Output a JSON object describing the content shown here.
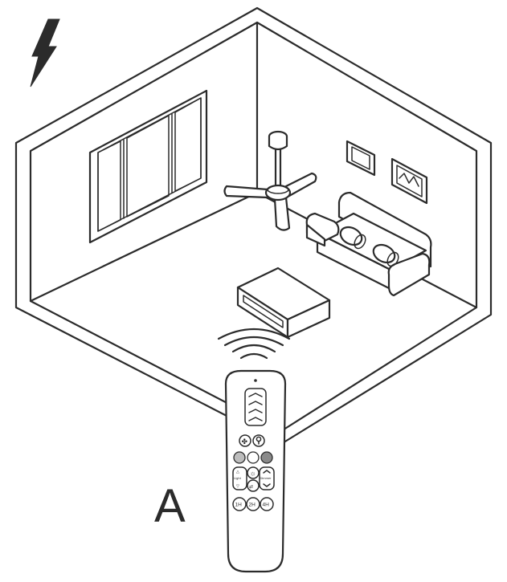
{
  "label": "A",
  "remote": {
    "timer_1h": "1H",
    "timer_2h": "2H",
    "timer_4h": "4H",
    "light_label": "Light",
    "dimmer_label": "Dimmer"
  },
  "colors": {
    "line": "#2b2b2b",
    "background": "#ffffff",
    "button_gray": "#bdbdbd",
    "button_dark": "#8a8a8a"
  },
  "icons": [
    "lightning-bolt-icon",
    "wifi-signal-icon",
    "fan-icon",
    "light-bulb-icon",
    "sun-icon"
  ]
}
